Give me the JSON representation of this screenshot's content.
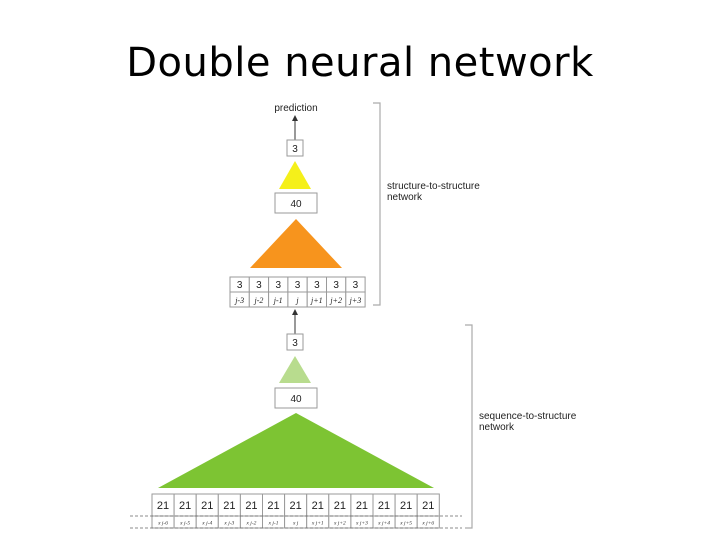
{
  "title": "Double neural network",
  "top_network": {
    "output_label": "prediction",
    "output_size": "3",
    "hidden_size": "40",
    "input_sizes": [
      "3",
      "3",
      "3",
      "3",
      "3",
      "3",
      "3"
    ],
    "input_positions": [
      "j-3",
      "j-2",
      "j-1",
      "j",
      "j+1",
      "j+2",
      "j+3"
    ],
    "label_line1": "structure-to-structure",
    "label_line2": "network",
    "colors": {
      "output_triangle": "#f5f01a",
      "hidden_triangle": "#f7941d"
    }
  },
  "bottom_network": {
    "output_size": "3",
    "hidden_size": "40",
    "input_sizes": [
      "21",
      "21",
      "21",
      "21",
      "21",
      "21",
      "21",
      "21",
      "21",
      "21",
      "21",
      "21",
      "21"
    ],
    "input_positions": [
      "x j-6",
      "x j-5",
      "x j-4",
      "x j-3",
      "x j-2",
      "x j-1",
      "x j",
      "x j+1",
      "x j+2",
      "x j+3",
      "x j+4",
      "x j+5",
      "x j+6"
    ],
    "label_line1": "sequence-to-structure",
    "label_line2": "network",
    "colors": {
      "output_triangle": "#b8dc8e",
      "hidden_triangle": "#7dc433"
    }
  }
}
